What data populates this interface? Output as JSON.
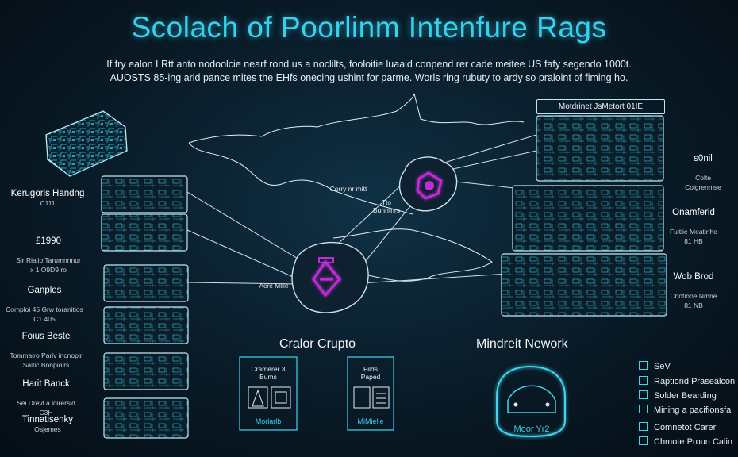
{
  "title": "Scolach of Poorlinm Intenfure Rags",
  "subtitle": "If fry ealon LRtt anto nodoolcie nearf rond us a noclilts, fooloitie luaaid conpend rer cade meitee US fafy segendo 1000t. AUOSTS 85-ing arid pance mites the EHfs onecing ushint for parme. Worls ring rubuty to ardy so praloint of fiming ho.",
  "left_stack": [
    {
      "title": "Kerugoris Handng",
      "sub": "C111"
    },
    {
      "title": "£1990",
      "sub": "Sir Rialio Tarumnnnur\nx 1 O9D9 ro"
    },
    {
      "title": "Ganples",
      "sub": "Comploi 45 Grw toranitios\nC1 405"
    },
    {
      "title": "Foius Beste",
      "sub": "Tommairo Pariv incnopir\nSaitic Bonpioirs"
    },
    {
      "title": "Harit Banck",
      "sub": "Sei Drevl a ldirersid\nC3H"
    },
    {
      "title": "Tinnatisenky",
      "sub": "Osjemes"
    }
  ],
  "right_header": "Motdrinet JsMetort 01IE",
  "right_labels": [
    {
      "title": "s0nil",
      "sub": "Colte\nCoigrenmse"
    },
    {
      "title": "Onamferid",
      "sub": "Fuitiie Meatinhe\n81 HB"
    },
    {
      "title": "Wob Brod",
      "sub": "Cnotiooe Nmrie\n81 NB"
    }
  ],
  "network_labels": {
    "upper": "Corry nr mitt",
    "upper2": "Tto\nBunntnrs",
    "lower": "Acre Milie"
  },
  "bottom_left": {
    "heading": "Cralor Crupto",
    "panels": [
      {
        "caption": "Cramerer 3\nBums",
        "foot": "Morlarlb"
      },
      {
        "caption": "Filds\nPaped",
        "foot": "MiMielle"
      }
    ]
  },
  "bottom_right": {
    "heading": "Mindreit Nework",
    "caption": "Moor Yr2"
  },
  "legend": [
    {
      "label": "SeV"
    },
    {
      "label": "Raptiond Prasealcon"
    },
    {
      "label": "Solder Bearding"
    },
    {
      "label": "Mining a pacifionsfa"
    },
    {
      "label": "Comnetot Carer"
    },
    {
      "label": "Chmote Proun Calin"
    }
  ],
  "colors": {
    "accent": "#35d2ef",
    "magenta": "#c22cd6",
    "background": "#0a1e2c"
  }
}
